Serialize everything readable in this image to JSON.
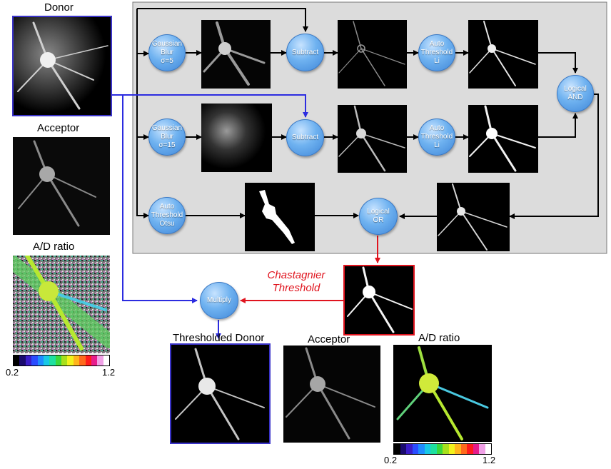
{
  "colors": {
    "blue_path": "#2c2ce0",
    "red_path": "#e0141e",
    "black_path": "#000000",
    "panel_bg": "#dcdcdc",
    "donor_frame": "#3a33c9",
    "red_frame": "#e0141e"
  },
  "inputs": {
    "donor_label": "Donor",
    "acceptor_label": "Acceptor",
    "ratio_label": "A/D ratio"
  },
  "nodes": {
    "blur5": [
      "Gaussian",
      "Blur",
      "σ=5"
    ],
    "blur15": [
      "Gaussian",
      "Blur",
      "σ=15"
    ],
    "subtract1": [
      "Subtract"
    ],
    "subtract2": [
      "Subtract"
    ],
    "thresh_li1": [
      "Auto",
      "Threshold",
      "Li"
    ],
    "thresh_li2": [
      "Auto",
      "Threshold",
      "Li"
    ],
    "logical_and": [
      "Logical",
      "AND"
    ],
    "thresh_otsu": [
      "Auto",
      "Threshold",
      "Otsu"
    ],
    "logical_or": [
      "Logical",
      "OR"
    ],
    "multiply": [
      "Multiply"
    ]
  },
  "threshold_label": [
    "Chastagnier",
    "Threshold"
  ],
  "outputs": {
    "thr_donor_label": "Thresholded Donor",
    "acceptor_label": "Acceptor",
    "ratio_label": "A/D ratio"
  },
  "colorbar": {
    "min_label": "0.2",
    "max_label": "1.2",
    "colors": [
      "#000000",
      "#1a0a6e",
      "#3b1cc8",
      "#2a4cff",
      "#1f8cff",
      "#18c8e6",
      "#1ee0a0",
      "#3bd83b",
      "#a8e01c",
      "#f2f21c",
      "#ffb41c",
      "#ff6a1c",
      "#ff1c1c",
      "#e61c8c",
      "#f0a0e6",
      "#ffffff"
    ]
  }
}
